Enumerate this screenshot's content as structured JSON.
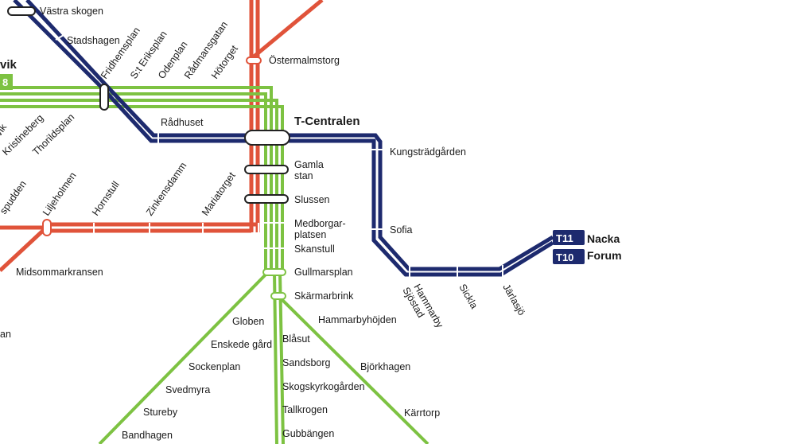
{
  "colors": {
    "red": "#e0533a",
    "green": "#7dc242",
    "blue": "#1d2a6e",
    "background": "#ffffff"
  },
  "stations": {
    "vastra_skogen": "Västra skogen",
    "stadshagen": "Stadshagen",
    "fridhemsplan": "Fridhemsplan",
    "st_eriksplan": "S:t Eriksplan",
    "odenplan": "Odenplan",
    "radmansgatan": "Rådmansgatan",
    "hotorget": "Hötorget",
    "ostermalmstorg": "Östermalmstorg",
    "rakvik_partial": "vik",
    "rakvik2_partial": "vik",
    "kristineberg": "Kristineberg",
    "thorildsplan": "Thorildsplan",
    "radhuset": "Rådhuset",
    "t_centralen": "T-Centralen",
    "kungstradgarden": "Kungsträdgården",
    "gamla_stan_1": "Gamla",
    "gamla_stan_2": "stan",
    "slussen": "Slussen",
    "spudden_partial": "spudden",
    "liljeholmen": "Liljeholmen",
    "hornstull": "Hornstull",
    "zinkensdamm": "Zinkensdamm",
    "mariatorget": "Mariatorget",
    "medborgarplatsen_1": "Medborgar-",
    "medborgarplatsen_2": "platsen",
    "skanstull": "Skanstull",
    "sofia": "Sofia",
    "midsommarkransen": "Midsommarkransen",
    "gullmarsplan": "Gullmarsplan",
    "skarmarbrink": "Skärmarbrink",
    "hammarby_sjostad_1": "Hammarby",
    "hammarby_sjostad_2": "Sjöstad",
    "sickla": "Sickla",
    "jarlasjo": "Järlasjö",
    "an_partial": "an",
    "globen": "Globen",
    "hammarbyhojden": "Hammarbyhöjden",
    "enskede_gard": "Enskede gård",
    "blasut": "Blåsut",
    "sockenplan": "Sockenplan",
    "sandsborg": "Sandsborg",
    "bjorkhagen": "Björkhagen",
    "svedmyra": "Svedmyra",
    "skogskyrkogarden": "Skogskyrkogården",
    "stureby": "Stureby",
    "tallkrogen": "Tallkrogen",
    "karrtorp": "Kärrtorp",
    "bandhagen": "Bandhagen",
    "gubbangen": "Gubbängen"
  },
  "badges": {
    "green_line_partial": "8",
    "t11": "T11",
    "t10": "T10"
  },
  "destination": {
    "line1": "Nacka",
    "line2": "Forum"
  }
}
